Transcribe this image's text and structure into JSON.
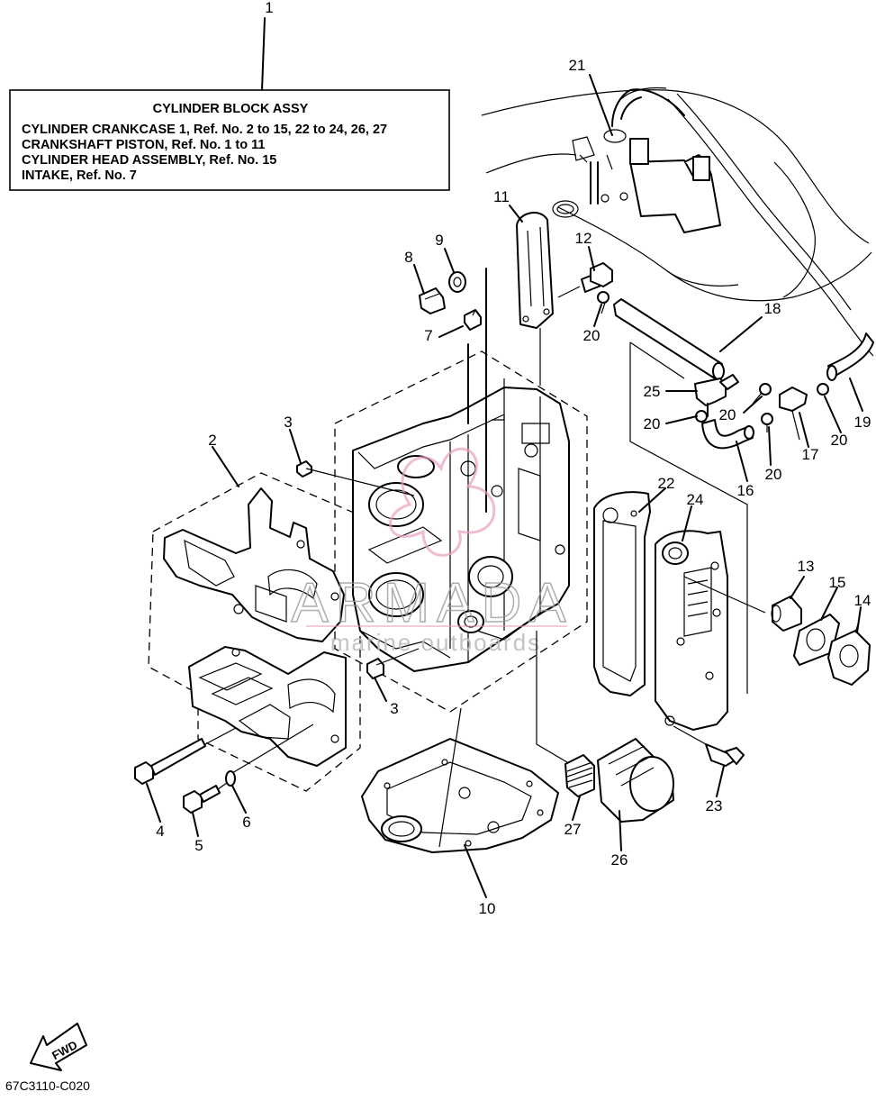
{
  "info_box": {
    "title": "CYLINDER BLOCK ASSY",
    "lines": [
      "CYLINDER CRANKCASE 1,  Ref. No. 2 to 15, 22 to 24, 26, 27",
      "CRANKSHAFT PISTON, Ref. No. 1 to 11",
      "CYLINDER HEAD ASSEMBLY, Ref. No. 15",
      "INTAKE, Ref. No. 7"
    ]
  },
  "callouts": {
    "c1": "1",
    "c2": "2",
    "c3a": "3",
    "c3b": "3",
    "c4": "4",
    "c5": "5",
    "c6": "6",
    "c7": "7",
    "c8": "8",
    "c9": "9",
    "c10": "10",
    "c11": "11",
    "c12": "12",
    "c13": "13",
    "c14": "14",
    "c15": "15",
    "c16": "16",
    "c17": "17",
    "c18": "18",
    "c19": "19",
    "c20a": "20",
    "c20b": "20",
    "c20c": "20",
    "c20d": "20",
    "c20e": "20",
    "c21": "21",
    "c22": "22",
    "c23": "23",
    "c24": "24",
    "c25": "25",
    "c26": "26",
    "c27": "27"
  },
  "fwd_label": "FWD",
  "diagram_code": "67C3110-C020",
  "watermark": {
    "brand": "ARMADA",
    "tagline": "marine outboards",
    "color": "#e8a0c0"
  }
}
